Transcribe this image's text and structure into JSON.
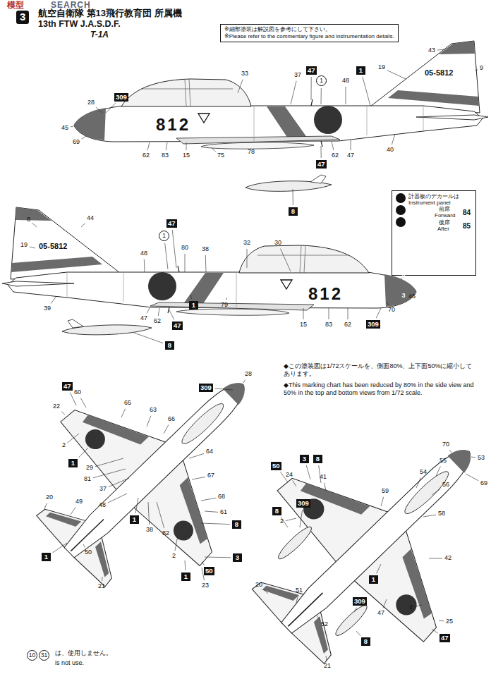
{
  "diagram": {
    "title": "航空自衛隊 第13飛行教育団 所属機",
    "nodes": [
      {
        "text": [
          "3"
        ]
      },
      {
        "text": [
          "※細部塗装は解説図を参考にして下さい。",
          "※Please refer to the commentary figure and instrumentation details."
        ]
      },
      {
        "text": [
          "309"
        ]
      },
      {
        "text": [
          "47"
        ]
      },
      {
        "text": [
          "1"
        ]
      },
      {
        "text": [
          "1"
        ]
      },
      {
        "text": [
          "47"
        ]
      },
      {
        "text": [
          "8"
        ]
      },
      {
        "text": [
          "47"
        ]
      },
      {
        "text": [
          "1"
        ]
      },
      {
        "text": [
          "47"
        ]
      },
      {
        "text": [
          "1"
        ]
      },
      {
        "text": [
          "309"
        ]
      },
      {
        "text": [
          "8"
        ]
      },
      {
        "text": [
          "計器板のデカールは",
          "Instrument panel",
          "前席",
          "Forward",
          "84",
          "後席",
          "After",
          "85"
        ]
      },
      {
        "text": [
          "1"
        ],
        "in": 14
      },
      {
        "text": [
          "2"
        ],
        "in": 14
      },
      {
        "text": [
          "3"
        ],
        "in": 14
      },
      {
        "text": [
          "47"
        ]
      },
      {
        "text": [
          "309"
        ]
      },
      {
        "text": [
          "1"
        ]
      },
      {
        "text": [
          "1"
        ]
      },
      {
        "text": [
          "8"
        ]
      },
      {
        "text": [
          "3"
        ]
      },
      {
        "text": [
          "50"
        ]
      },
      {
        "text": [
          "1"
        ]
      },
      {
        "text": [
          "1"
        ]
      },
      {
        "text": [
          "50"
        ]
      },
      {
        "text": [
          "3"
        ]
      },
      {
        "text": [
          "8"
        ]
      },
      {
        "text": [
          "8"
        ]
      },
      {
        "text": [
          "309"
        ]
      },
      {
        "text": [
          "1"
        ]
      },
      {
        "text": [
          "309"
        ]
      },
      {
        "text": [
          "47"
        ]
      },
      {
        "text": [
          "8"
        ]
      },
      {
        "text": [
          "10"
        ]
      },
      {
        "text": [
          "31"
        ]
      }
    ],
    "labels": [
      "模型",
      "SEARCH",
      "13th FTW J.A.S.D.F.",
      "T-1A",
      "33",
      "37",
      "48",
      "43",
      "19",
      "05-5812",
      "9",
      "28",
      "45",
      "69",
      "812",
      "62",
      "83",
      "15",
      "75",
      "78",
      "62",
      "47",
      "40",
      "8",
      "44",
      "19",
      "05-5812",
      "48",
      "80",
      "38",
      "32",
      "30",
      "28",
      "46",
      "70",
      "812",
      "39",
      "47",
      "62",
      "79",
      "15",
      "83",
      "62",
      "◆この塗装図は1/72スケールを、側面80%、上下面50%に縮小してあります。",
      "◆This marking chart has been reduced by 80% in the side view and 50% in the top and bottom views from 1/72 scale.",
      "28",
      "60",
      "22",
      "65",
      "63",
      "66",
      "2",
      "29",
      "81",
      "37",
      "48",
      "38",
      "82",
      "64",
      "67",
      "68",
      "61",
      "2",
      "23",
      "20",
      "49",
      "50",
      "21",
      "24",
      "41",
      "59",
      "54",
      "70",
      "55",
      "53",
      "56",
      "69",
      "58",
      "2",
      "42",
      "47",
      "2",
      "25",
      "20",
      "51",
      "52",
      "21",
      "は、使用しません。",
      "is not use."
    ]
  }
}
